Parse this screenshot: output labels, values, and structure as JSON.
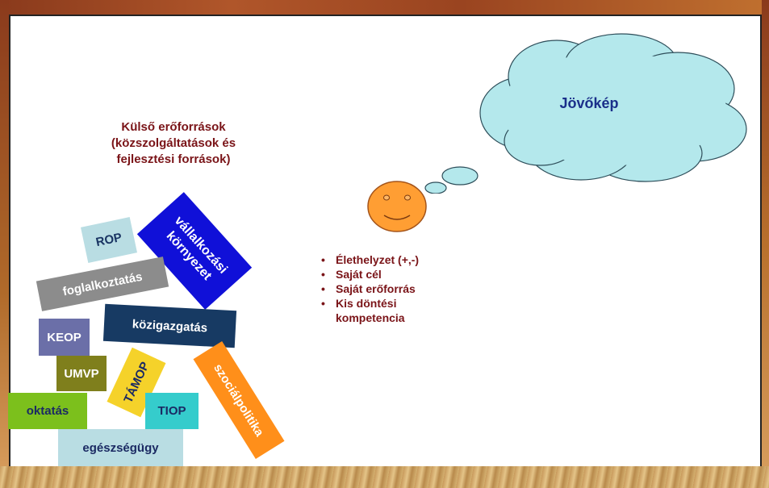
{
  "heading": {
    "line1": "Külső erőforrások",
    "line2": "(közszolgáltatások és",
    "line3": "fejlesztési források)"
  },
  "tiles": {
    "rop": "ROP",
    "vallalkozasi_line1": "vállalkozási",
    "vallalkozasi_line2": "környezet",
    "foglalkoztatas": "foglalkoztatás",
    "kozigazgatas": "közigazgatás",
    "keop": "KEOP",
    "umvp": "UMVP",
    "tamop": "TÁMOP",
    "szocialpolitika": "szociálpolitika",
    "oktatas": "oktatás",
    "tiop": "TIOP",
    "egeszsegugy": "egészségügy"
  },
  "cloud": {
    "label": "Jövőkép"
  },
  "bullets": {
    "marker": "•",
    "items": [
      {
        "line1": "Élethelyzet (+,-)",
        "line2": ""
      },
      {
        "line1": "Saját cél",
        "line2": ""
      },
      {
        "line1": "Saját erőforrás",
        "line2": ""
      },
      {
        "line1": "Kis döntési",
        "line2": "kompetencia"
      }
    ]
  },
  "colors": {
    "heading": "#7a1418",
    "cloud_fill": "#b4e8ec",
    "cloud_text": "#1a2f8a",
    "face_fill": "#ff9e33"
  }
}
